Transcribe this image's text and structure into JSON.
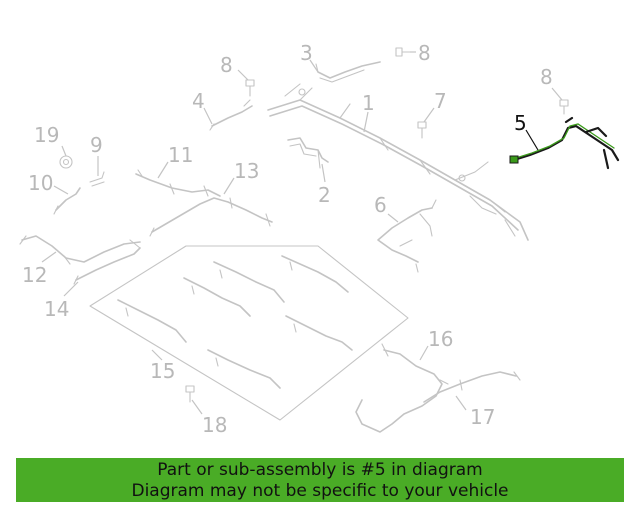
{
  "callouts": {
    "c1": "1",
    "c2": "2",
    "c3": "3",
    "c4": "4",
    "c5": "5",
    "c6": "6",
    "c7": "7",
    "c8a": "8",
    "c8b": "8",
    "c8c": "8",
    "c9": "9",
    "c10": "10",
    "c11": "11",
    "c12": "12",
    "c13": "13",
    "c14": "14",
    "c15": "15",
    "c16": "16",
    "c17": "17",
    "c18": "18",
    "c19": "19"
  },
  "banner": {
    "line1": "Part or sub-assembly is #5 in diagram",
    "line2": "Diagram may not be specific to your vehicle"
  },
  "colors": {
    "highlight_banner": "#4aac26",
    "part_gray": "#c4c4c4",
    "highlight_part": "#1a1a1a"
  }
}
